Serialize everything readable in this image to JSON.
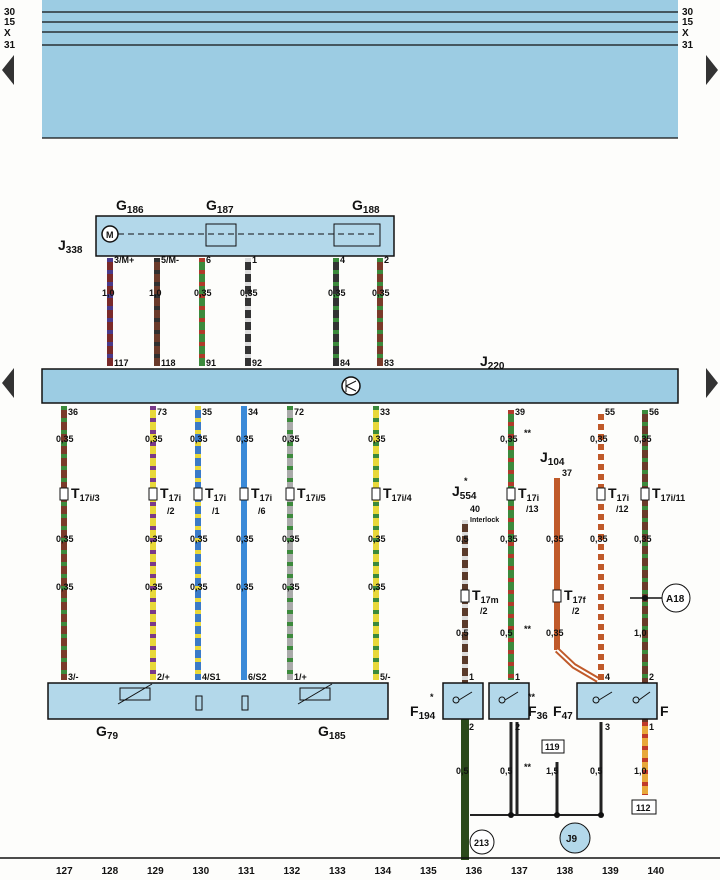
{
  "rails": {
    "left": [
      "30",
      "15",
      "X",
      "31"
    ],
    "right": [
      "30",
      "15",
      "X",
      "31"
    ]
  },
  "ecu": {
    "name": "J",
    "sub": "220"
  },
  "top_module": {
    "name": "J",
    "sub": "338"
  },
  "top_components": [
    {
      "name": "G",
      "sub": "186"
    },
    {
      "name": "G",
      "sub": "187"
    },
    {
      "name": "G",
      "sub": "188"
    }
  ],
  "top_wires": [
    {
      "pin": "3/M+",
      "size": "1,0",
      "ecu_pin": "117",
      "c1": "#7a2a2a",
      "c2": "#4a3a8a"
    },
    {
      "pin": "5/M-",
      "size": "1,0",
      "ecu_pin": "118",
      "c1": "#6a3a2a",
      "c2": "#303030"
    },
    {
      "pin": "6",
      "size": "0,35",
      "ecu_pin": "91",
      "c1": "#3c8a3c",
      "c2": "#b03a2a"
    },
    {
      "pin": "1",
      "size": "0,35",
      "ecu_pin": "92",
      "c1": "#333333",
      "c2": "#dddddd"
    },
    {
      "pin": "4",
      "size": "0,35",
      "ecu_pin": "84",
      "c1": "#333333",
      "c2": "#3c8a3c"
    },
    {
      "pin": "2",
      "size": "0,35",
      "ecu_pin": "83",
      "c1": "#7a3a2a",
      "c2": "#3c8a3c"
    }
  ],
  "bottom_wires": [
    {
      "ecu_pin": "36",
      "conn": "T",
      "conn_sub": "17i/3",
      "pin": "3/-",
      "c1": "#7a3a2a",
      "c2": "#3c8a3c"
    },
    {
      "ecu_pin": "73",
      "conn": "T",
      "conn_sub": "17i",
      "conn_sub2": "/2",
      "pin": "2/+",
      "c1": "#e8d83a",
      "c2": "#7a3a8a"
    },
    {
      "ecu_pin": "35",
      "conn": "T",
      "conn_sub": "17i",
      "conn_sub2": "/1",
      "pin": "4/S1",
      "c1": "#3a7ac8",
      "c2": "#e8d83a"
    },
    {
      "ecu_pin": "34",
      "conn": "T",
      "conn_sub": "17i",
      "conn_sub2": "/6",
      "pin": "6/S2",
      "c1": "#3a8ad8",
      "c2": "#3a8ad8"
    },
    {
      "ecu_pin": "72",
      "conn": "T",
      "conn_sub": "17i/5",
      "pin": "1/+",
      "c1": "#aaaaaa",
      "c2": "#3c8a3c"
    },
    {
      "ecu_pin": "33",
      "conn": "T",
      "conn_sub": "17i/4",
      "pin": "5/-",
      "c1": "#e8d83a",
      "c2": "#3c8a3c"
    }
  ],
  "sensors": [
    {
      "name": "G",
      "sub": "79"
    },
    {
      "name": "G",
      "sub": "185"
    }
  ],
  "wire_sizes": [
    "0,35",
    "0,35",
    "0,5",
    "0,5",
    "0,5",
    "1,0",
    "1,5"
  ],
  "right_section": {
    "j554": {
      "name": "J",
      "sub": "554",
      "pin": "40",
      "note": "Interlock"
    },
    "j104": {
      "name": "J",
      "sub": "104",
      "pin": "37"
    },
    "pins": [
      "39",
      "55",
      "56"
    ],
    "t17m": {
      "name": "T",
      "sub": "17m",
      "sub2": "/2"
    },
    "t17i_13": {
      "name": "T",
      "sub": "17i",
      "sub2": "/13"
    },
    "t17f": {
      "name": "T",
      "sub": "17f",
      "sub2": "/2"
    },
    "t17i_12": {
      "name": "T",
      "sub": "17i",
      "sub2": "/12"
    },
    "t17i_11": {
      "name": "T",
      "sub": "17i/11"
    },
    "switches": [
      {
        "name": "F",
        "sub": "194"
      },
      {
        "name": "F",
        "sub": "36"
      },
      {
        "name": "F",
        "sub": "47"
      },
      {
        "name": "F",
        "sub": ""
      }
    ],
    "a18": "A18",
    "box119": "119",
    "box112": "112",
    "j9": "J9",
    "circle213": "213",
    "marks": [
      "*",
      "**"
    ]
  },
  "footer_numbers": [
    "127",
    "128",
    "129",
    "130",
    "131",
    "132",
    "133",
    "134",
    "135",
    "136",
    "137",
    "138",
    "139",
    "140"
  ]
}
